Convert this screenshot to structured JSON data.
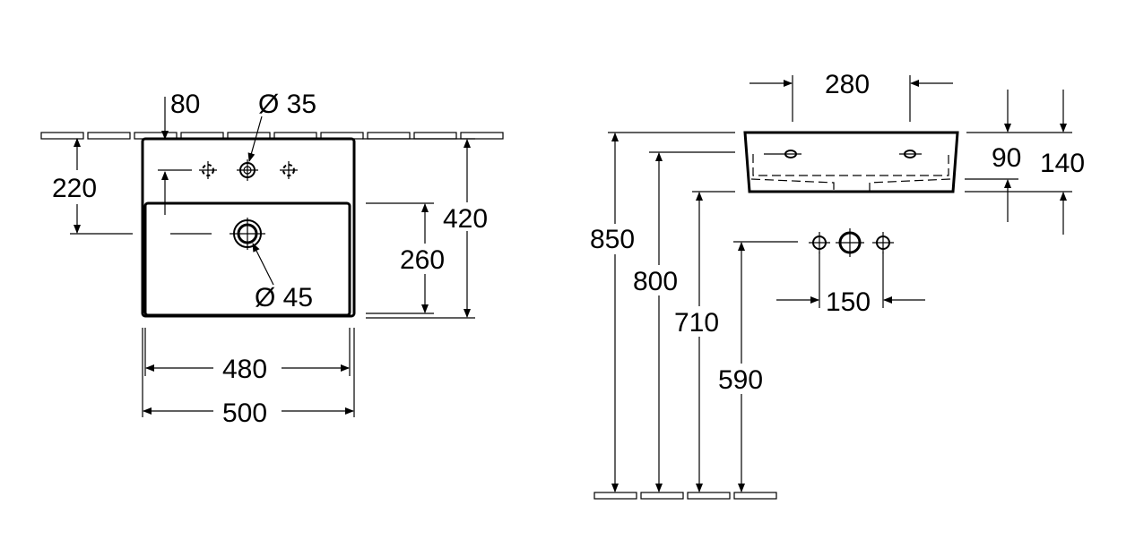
{
  "top_view": {
    "labels": {
      "offset_80": "80",
      "tap_hole": "Ø 35",
      "height_220": "220",
      "height_420": "420",
      "bowl_260": "260",
      "drain": "Ø 45",
      "inner_480": "480",
      "outer_500": "500"
    }
  },
  "side_view": {
    "labels": {
      "width_280": "280",
      "depth_90": "90",
      "depth_140": "140",
      "height_850": "850",
      "height_800": "800",
      "height_710": "710",
      "height_590": "590",
      "spacing_150": "150"
    }
  }
}
